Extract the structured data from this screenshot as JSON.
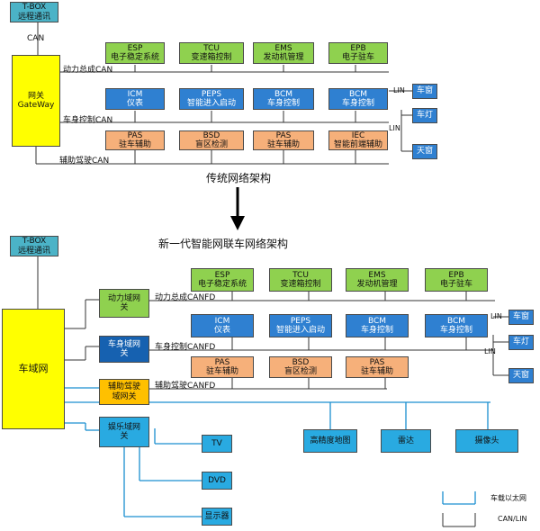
{
  "top": {
    "tbox": {
      "line1": "T-BOX",
      "line2": "远程通讯"
    },
    "can_label": "CAN",
    "gateway": {
      "line1": "网关",
      "line2": "GateWay"
    },
    "row1": [
      {
        "code": "ESP",
        "name": "电子稳定系统"
      },
      {
        "code": "TCU",
        "name": "变速箱控制"
      },
      {
        "code": "EMS",
        "name": "发动机管理"
      },
      {
        "code": "EPB",
        "name": "电子驻车"
      }
    ],
    "row2": [
      {
        "code": "ICM",
        "name": "仪表"
      },
      {
        "code": "PEPS",
        "name": "智能进入启动"
      },
      {
        "code": "BCM",
        "name": "车身控制"
      },
      {
        "code": "BCM",
        "name": "车身控制"
      }
    ],
    "row3": [
      {
        "code": "PAS",
        "name": "驻车辅助"
      },
      {
        "code": "BSD",
        "name": "盲区检测"
      },
      {
        "code": "PAS",
        "name": "驻车辅助"
      },
      {
        "code": "IEC",
        "name": "智能前端辅助"
      }
    ],
    "bus1": "动力总成CAN",
    "bus2": "车身控制CAN",
    "bus3": "辅助驾驶CAN",
    "lin1": "LIN",
    "lin2": "LIN",
    "lin_devices": [
      "车窗",
      "车灯",
      "天窗"
    ],
    "caption": "传统网络架构"
  },
  "bottom": {
    "caption": "新一代智能网联车网络架构",
    "tbox": {
      "line1": "T-BOX",
      "line2": "远程通讯"
    },
    "vehicle_net": "车域网",
    "power_gw": {
      "line1": "动力域网",
      "line2": "关"
    },
    "body_gw": {
      "line1": "车身域网",
      "line2": "关"
    },
    "adas_gw": {
      "line1": "辅助驾驶",
      "line2": "域网关"
    },
    "info_gw": {
      "line1": "娱乐域网",
      "line2": "关"
    },
    "row1": [
      {
        "code": "ESP",
        "name": "电子稳定系统"
      },
      {
        "code": "TCU",
        "name": "变速箱控制"
      },
      {
        "code": "EMS",
        "name": "发动机管理"
      },
      {
        "code": "EPB",
        "name": "电子驻车"
      }
    ],
    "row2": [
      {
        "code": "ICM",
        "name": "仪表"
      },
      {
        "code": "PEPS",
        "name": "智能进入启动"
      },
      {
        "code": "BCM",
        "name": "车身控制"
      },
      {
        "code": "BCM",
        "name": "车身控制"
      }
    ],
    "row3": [
      {
        "code": "PAS",
        "name": "驻车辅助"
      },
      {
        "code": "BSD",
        "name": "盲区检测"
      },
      {
        "code": "PAS",
        "name": "驻车辅助"
      }
    ],
    "bus1": "动力总成CANFD",
    "bus2": "车身控制CANFD",
    "bus3": "辅助驾驶CANFD",
    "lin1": "LIN",
    "lin2": "LIN",
    "lin_devices": [
      "车窗",
      "车灯",
      "天窗"
    ],
    "eth_devices": [
      "高精度地图",
      "雷达",
      "摄像头"
    ],
    "media_devices": [
      "TV",
      "DVD",
      "显示器"
    ],
    "legend": {
      "ethernet": "车载以太网",
      "can_lin": "CAN/LIN"
    }
  },
  "colors": {
    "green": "#8fd14f",
    "blue": "#2f80d1",
    "orange": "#f6b07a",
    "yellow": "#ffff00",
    "teal": "#4bb3c7",
    "sky": "#29aae1",
    "ethernet_line": "#1a8fd0",
    "can_line": "#333333"
  }
}
